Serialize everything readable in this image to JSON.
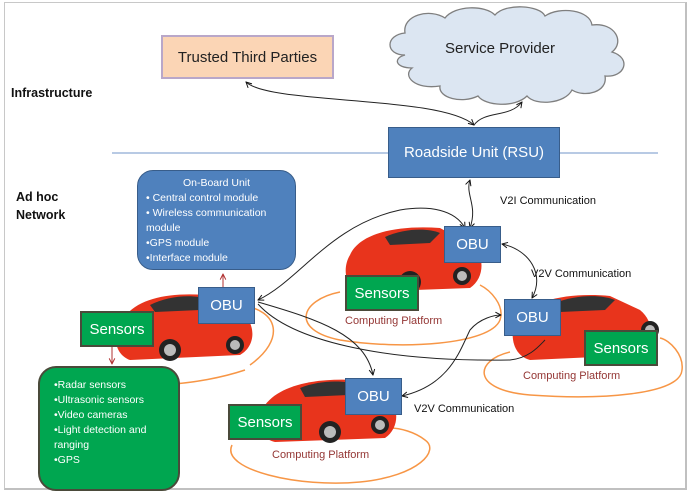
{
  "sections": {
    "infrastructure": "Infrastructure",
    "adhoc_line1": "Ad hoc",
    "adhoc_line2": "Network"
  },
  "infrastructure_nodes": {
    "trusted_third_parties": "Trusted Third Parties",
    "service_provider": "Service Provider",
    "rsu": "Roadside Unit (RSU)"
  },
  "obu_details": {
    "title": "On-Board Unit",
    "items": [
      "• Central control module",
      "• Wireless communication module",
      "•GPS module",
      "•Interface module"
    ]
  },
  "sensor_details": {
    "items": [
      "•Radar sensors",
      "•Ultrasonic sensors",
      "•Video cameras",
      "•Light detection and ranging",
      "•GPS"
    ]
  },
  "vehicles": [
    {
      "id": "left",
      "obu": "OBU",
      "sensors": "Sensors",
      "platform": ""
    },
    {
      "id": "top-middle",
      "obu": "OBU",
      "sensors": "Sensors",
      "platform": "Computing Platform"
    },
    {
      "id": "right",
      "obu": "OBU",
      "sensors": "Sensors",
      "platform": "Computing Platform"
    },
    {
      "id": "bottom",
      "obu": "OBU",
      "sensors": "Sensors",
      "platform": "Computing Platform"
    }
  ],
  "communications": {
    "v2i": "V2I Communication",
    "v2v_upper": "V2V Communication",
    "v2v_lower": "V2V Communication"
  },
  "colors": {
    "unit_blue": "#4f81bd",
    "sensor_green": "#00a650",
    "ttp_peach": "#fbd5b5",
    "cloud_fill": "#dce6f2",
    "platform_orange": "#f79646",
    "platform_text": "#943634",
    "car_red": "#e8341c"
  }
}
